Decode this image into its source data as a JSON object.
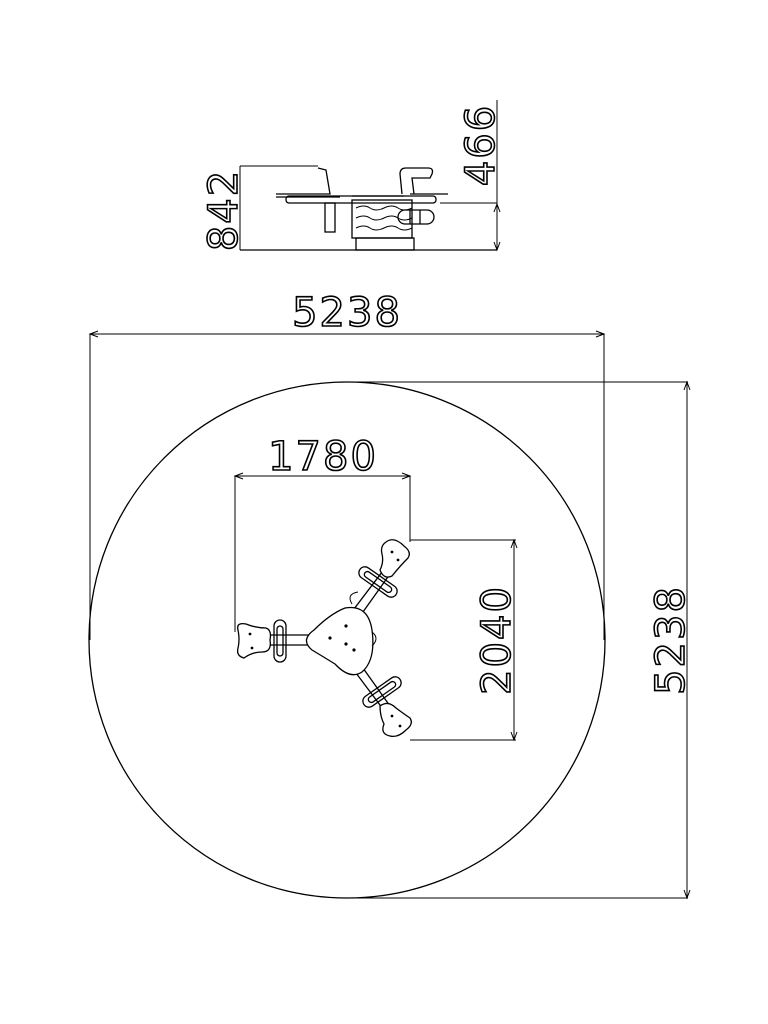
{
  "dimensions": {
    "side_height": "842",
    "side_upper": "466",
    "overall_width": "5238",
    "overall_depth": "5238",
    "arm_width": "1780",
    "arm_depth": "2040"
  }
}
